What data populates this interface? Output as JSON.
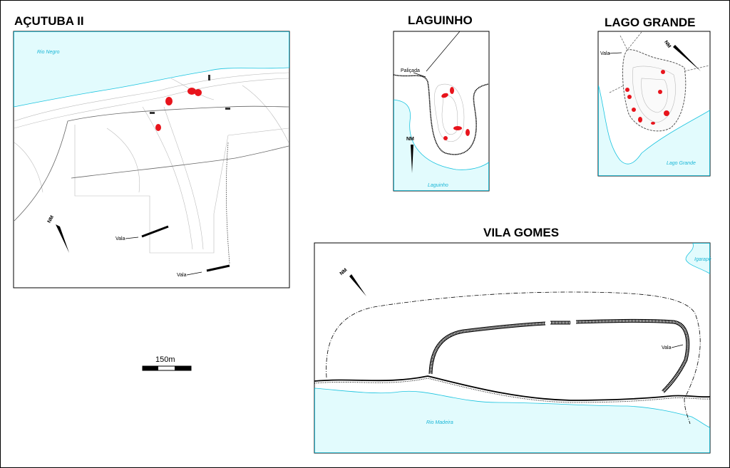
{
  "panels": {
    "acutuba": {
      "title": "AÇUTUBA II",
      "river_label": "Rio Negro",
      "north_label": "NM",
      "ditch_label_1": "Vala",
      "ditch_label_2": "Vala"
    },
    "laguinho": {
      "title": "LAGUINHO",
      "palisade_label": "Paliçada",
      "north_label": "NM",
      "lake_label": "Laguinho"
    },
    "lago_grande": {
      "title": "LAGO GRANDE",
      "ditch_label": "Vala",
      "north_label": "NM",
      "lake_label": "Lago Grande"
    },
    "vila_gomes": {
      "title": "VILA GOMES",
      "north_label": "NM",
      "stream_label": "Igarapé",
      "ditch_label": "Vala",
      "river_label": "Rio Madeira"
    }
  },
  "scale_bar": {
    "label": "150m"
  },
  "colors": {
    "water": "#e2fbfd",
    "water_label": "#19b6d6",
    "sites": "#e8141c"
  }
}
